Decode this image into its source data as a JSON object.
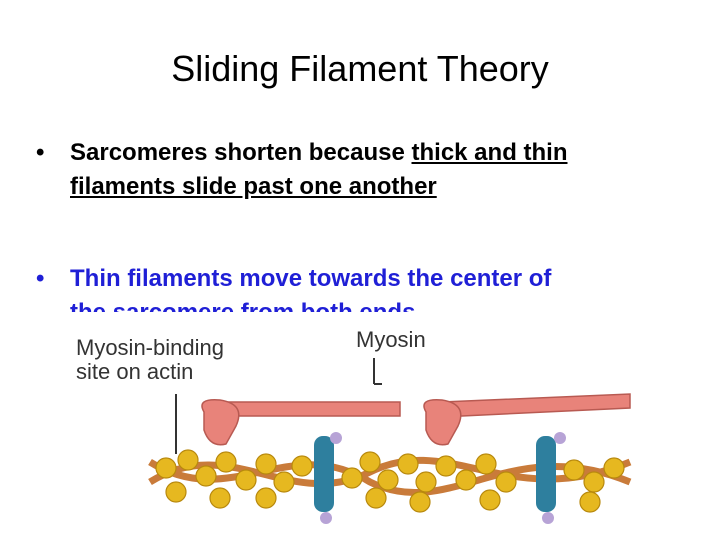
{
  "slide": {
    "title": "Sliding Filament Theory",
    "bullet_symbol": "•",
    "bullets": [
      {
        "text_plain": "Sarcomeres shorten because ",
        "text_underlined": "thick and thin filaments slide past one another",
        "color": "#000000"
      },
      {
        "text": "Thin filaments move towards the center of",
        "text_clipped": "the sarcomere from both ends",
        "color": "#1f1fd6"
      }
    ]
  },
  "figure": {
    "label_binding_site": "Myosin-binding site on actin",
    "label_binding_site_line1": "Myosin-binding",
    "label_binding_site_line2": "site on actin",
    "label_myosin": "Myosin",
    "colors": {
      "myosin_head": "#e8837a",
      "actin_bead": "#e6b820",
      "actin_strand": "#c97b3a",
      "tropomyosin": "#2e7f9e",
      "troponin": "#b7a3d6"
    }
  }
}
